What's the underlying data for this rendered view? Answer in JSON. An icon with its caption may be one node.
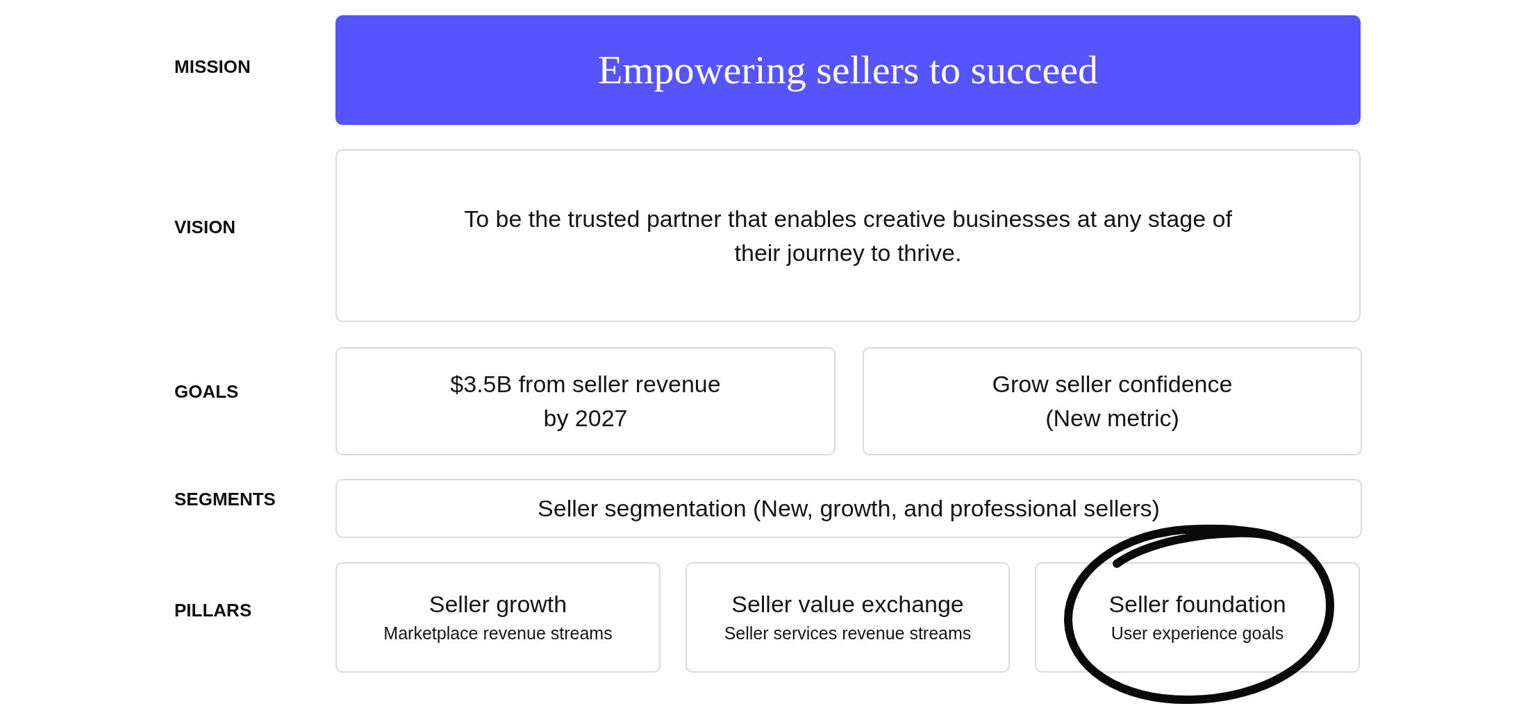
{
  "diagram": {
    "nodes": [
      {
        "text": [
          "Empowering sellers to succeed"
        ]
      },
      {
        "text": [
          "To be the trusted partner that enables creative businesses at any stage of their journey to thrive."
        ]
      },
      {
        "text": [
          "$3.5B from seller revenue by 2027"
        ]
      },
      {
        "text": [
          "Grow seller confidence (New metric)"
        ]
      },
      {
        "text": [
          "Seller segmentation (New, growth, and professional sellers)"
        ]
      },
      {
        "text": [
          "Seller growth",
          "Marketplace revenue streams"
        ]
      },
      {
        "text": [
          "Seller value exchange",
          "Seller services revenue streams"
        ]
      },
      {
        "text": [
          "Seller foundation",
          "User experience goals"
        ]
      }
    ],
    "labels": [
      "MISSION",
      "VISION",
      "GOALS",
      "SEGMENTS",
      "PILLARS"
    ]
  }
}
